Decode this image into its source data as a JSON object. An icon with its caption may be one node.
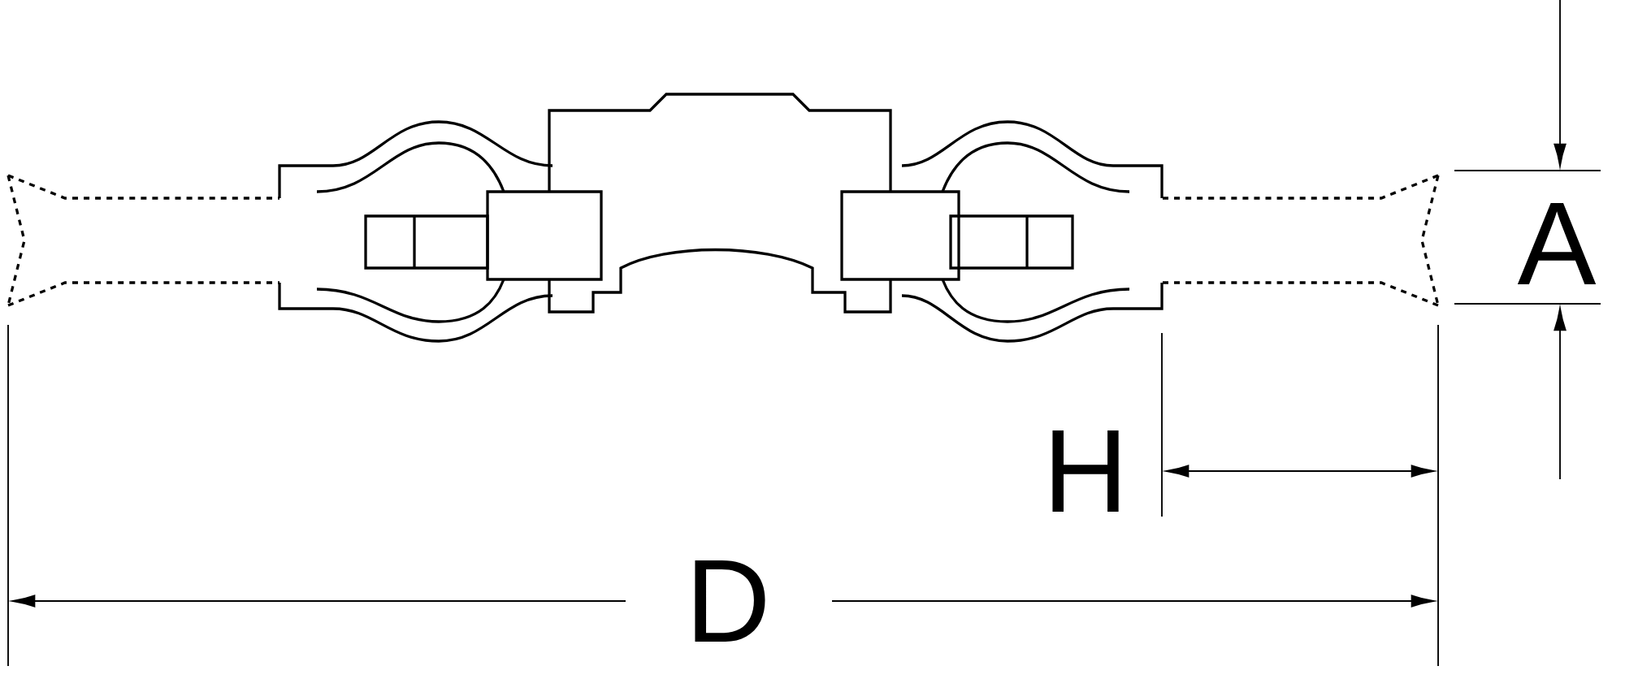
{
  "diagram": {
    "labels": [
      "A",
      "H",
      "D"
    ]
  }
}
